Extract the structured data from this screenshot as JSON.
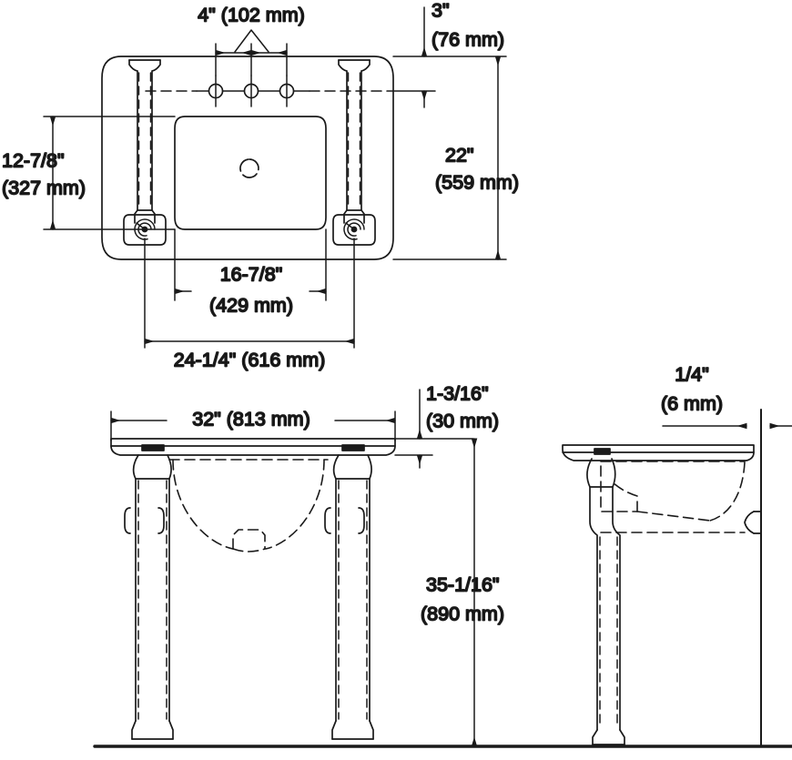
{
  "drawing": {
    "title": "Console table sink dimensional drawing",
    "line_color": "#1a1a1a",
    "hidden_line_color": "#1a1a1a",
    "background": "#ffffff",
    "views": {
      "top": {
        "label": "top-view"
      },
      "front": {
        "label": "front-elevation"
      },
      "side": {
        "label": "side-elevation"
      }
    }
  },
  "dimensions": {
    "faucet_spread": {
      "imperial": "4\" (102 mm)",
      "value_in": 4,
      "value_mm": 102
    },
    "wall_to_holes": {
      "imperial": "3\"",
      "metric": "(76 mm)",
      "value_in": 3,
      "value_mm": 76
    },
    "bowl_front_to_back": {
      "imperial": "12-7/8\"",
      "metric": "(327 mm)",
      "value_in": 12.875,
      "value_mm": 327
    },
    "counter_depth": {
      "imperial": "22\"",
      "metric": "(559 mm)",
      "value_in": 22,
      "value_mm": 559
    },
    "bowl_width": {
      "imperial": "16-7/8\"",
      "metric": "(429 mm)",
      "value_in": 16.875,
      "value_mm": 429
    },
    "leg_spread": {
      "imperial": "24-1/4\" (616 mm)",
      "value_in": 24.25,
      "value_mm": 616
    },
    "counter_width": {
      "imperial": "32\" (813 mm)",
      "value_in": 32,
      "value_mm": 813
    },
    "counter_thickness": {
      "imperial": "1-3/16\"",
      "metric": "(30 mm)",
      "value_in": 1.1875,
      "value_mm": 30
    },
    "overall_height": {
      "imperial": "35-1/16\"",
      "metric": "(890 mm)",
      "value_in": 35.0625,
      "value_mm": 890
    },
    "wall_gap": {
      "imperial": "1/4\"",
      "metric": "(6 mm)",
      "value_in": 0.25,
      "value_mm": 6
    }
  }
}
